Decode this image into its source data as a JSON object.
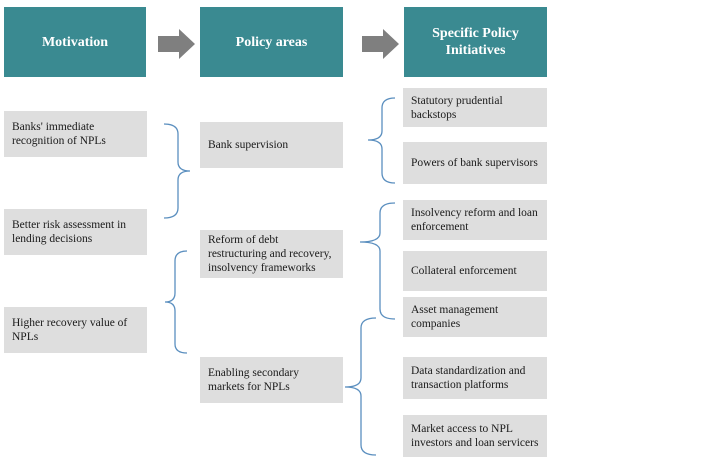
{
  "headers": {
    "motivation": "Motivation",
    "policy_areas": "Policy areas",
    "initiatives": "Specific Policy Initiatives"
  },
  "motivations": [
    "Banks' immediate recognition of NPLs",
    "Better risk assessment in lending decisions",
    "Higher recovery value of NPLs"
  ],
  "policy_areas": [
    "Bank supervision",
    "Reform of debt restructuring and recovery, insolvency frameworks",
    "Enabling secondary markets for NPLs"
  ],
  "initiatives": [
    "Statutory prudential backstops",
    "Powers of bank supervisors",
    "Insolvency reform and loan enforcement",
    "Collateral enforcement",
    "Asset management companies",
    "Data standardization and transaction platforms",
    "Market access to NPL investors and loan servicers"
  ],
  "colors": {
    "header": "#3a8a91",
    "box": "#dedede",
    "arrow": "#7f7f7f",
    "bracket": "#5b8fbf"
  }
}
